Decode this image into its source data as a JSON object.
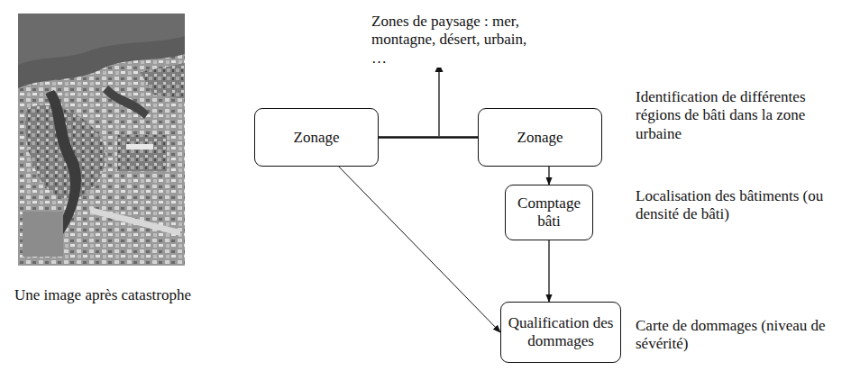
{
  "diagram": {
    "nodes": [
      {
        "text": [
          "Zonage"
        ]
      },
      {
        "text": [
          "Zonage"
        ]
      },
      {
        "text": [
          "Comptage bâti"
        ]
      },
      {
        "text": [
          "Qualification des dommages"
        ]
      }
    ],
    "edges": [
      {
        "from": 0,
        "to": 1,
        "arrow": "none"
      },
      {
        "from": 1,
        "to": 2,
        "arrow": "to"
      },
      {
        "from": 2,
        "to": 3,
        "arrow": "to"
      },
      {
        "from": 0,
        "to": 3,
        "arrow": "to"
      }
    ],
    "labels": [
      "Une image après catastrophe",
      "Zones de paysage : mer, montagne, désert, urbain, …",
      "Identification de différentes régions de bâti dans la zone urbaine",
      "Localisation des bâtiments (ou densité de bâti)",
      "Carte de dommages (niveau de sévérité)"
    ]
  }
}
